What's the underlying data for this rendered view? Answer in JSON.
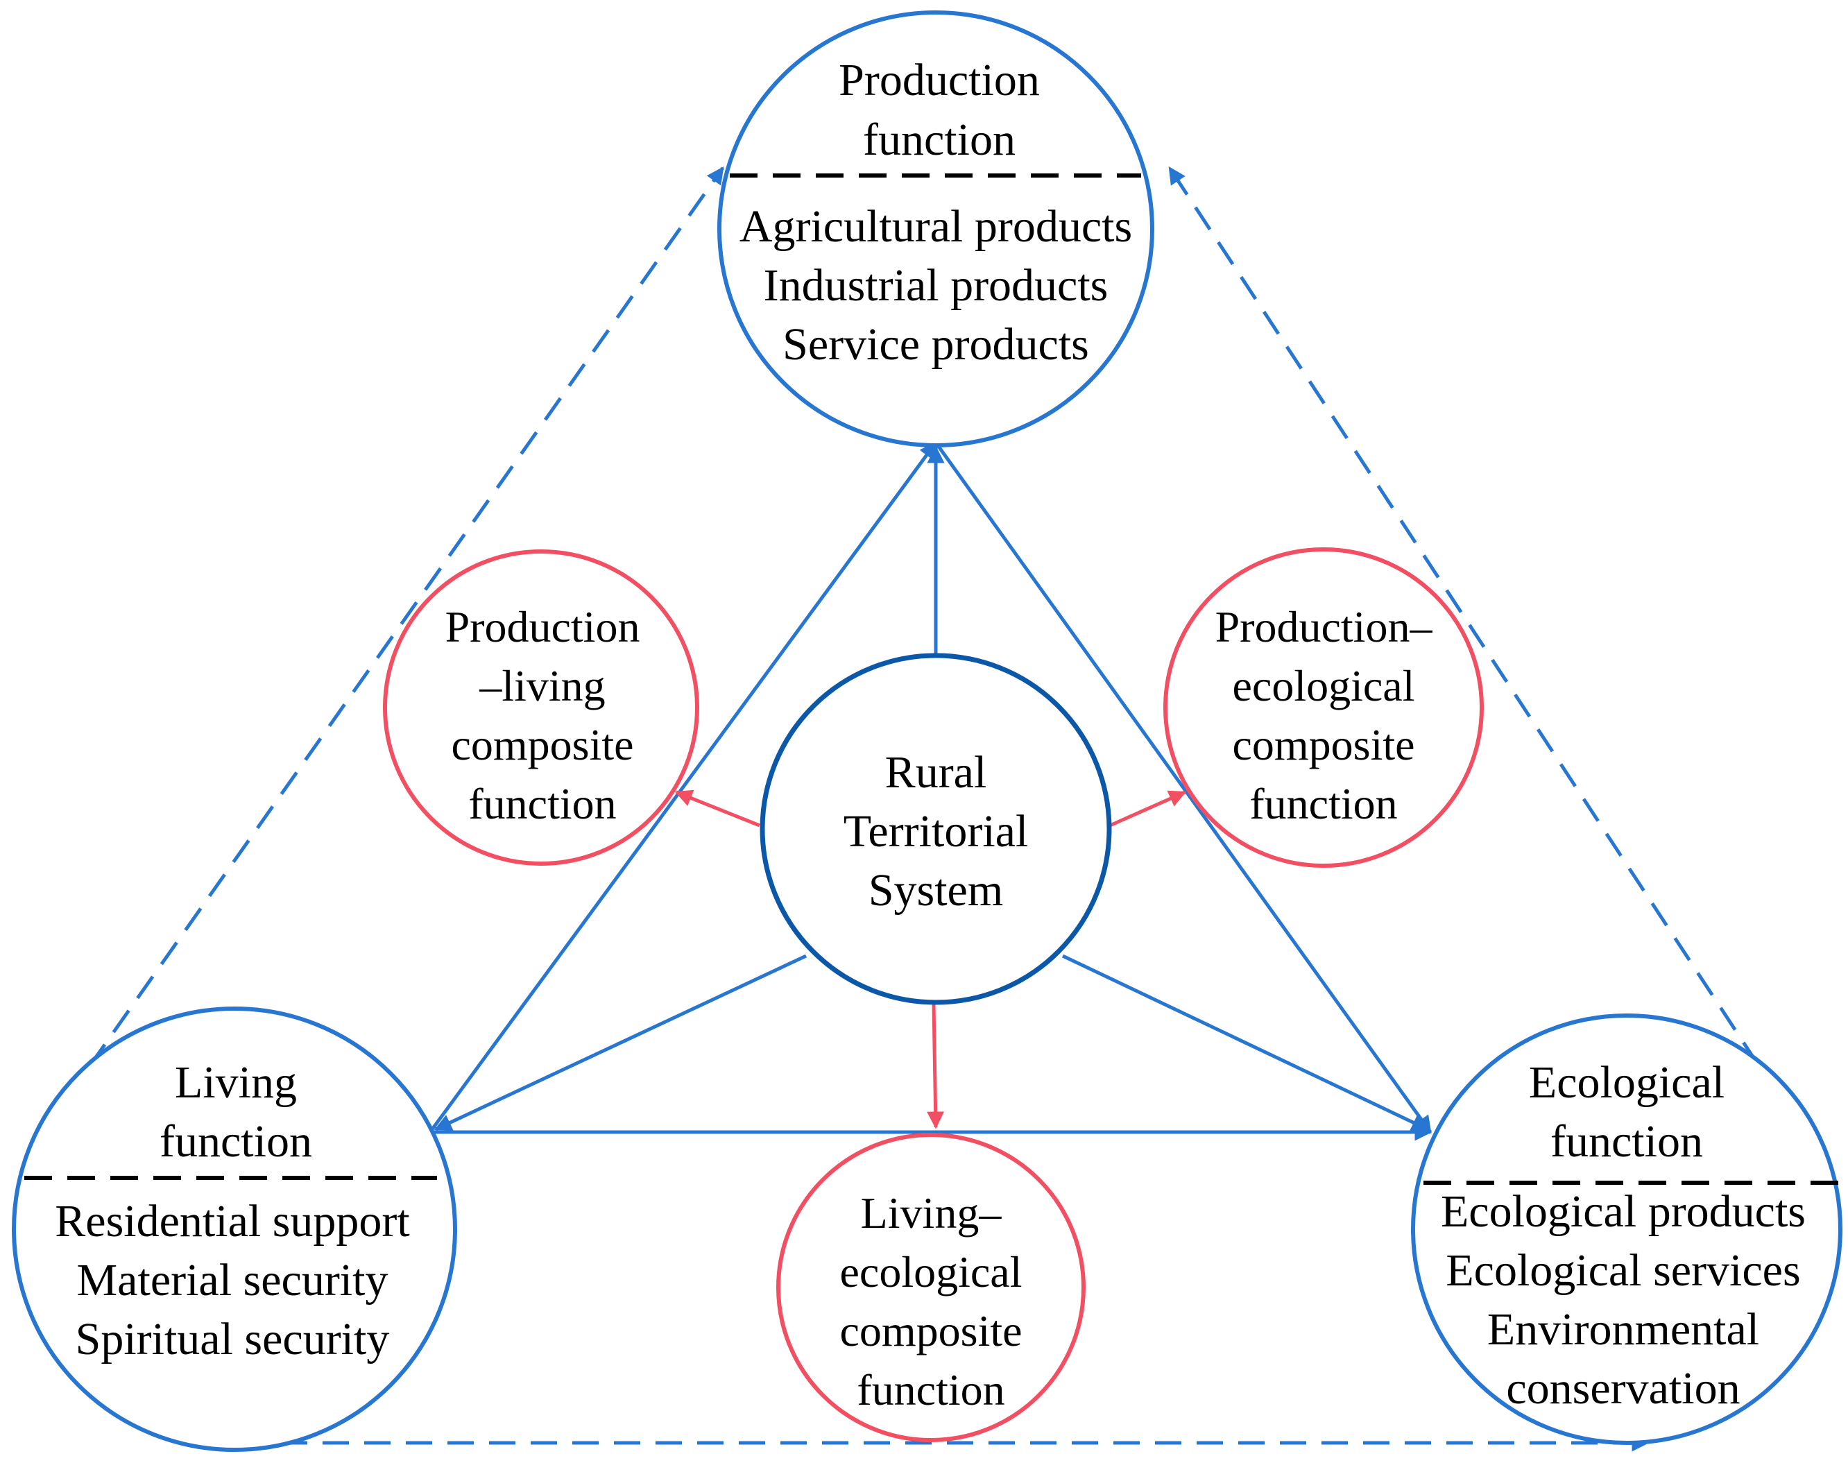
{
  "colors": {
    "function_circle": "#2776d2",
    "center_circle": "#0b57a8",
    "composite_circle": "#f24f62",
    "connector_blue": "#2776d2",
    "connector_red": "#f24f62",
    "divider": "#000000"
  },
  "center": {
    "lines": [
      "Rural",
      "Territorial",
      "System"
    ]
  },
  "production": {
    "title": [
      "Production",
      "function"
    ],
    "items": [
      "Agricultural products",
      "Industrial products",
      "Service products"
    ]
  },
  "living": {
    "title": [
      "Living",
      "function"
    ],
    "items": [
      "Residential support",
      "Material security",
      "Spiritual security"
    ]
  },
  "ecological": {
    "title": [
      "Ecological",
      "function"
    ],
    "items": [
      "Ecological products",
      "Ecological services",
      "Environmental",
      "conservation"
    ]
  },
  "composites": {
    "production_living": [
      "Production",
      "–living",
      "composite",
      "function"
    ],
    "production_ecological": [
      "Production–",
      "ecological",
      "composite",
      "function"
    ],
    "living_ecological": [
      "Living–",
      "ecological",
      "composite",
      "function"
    ]
  }
}
